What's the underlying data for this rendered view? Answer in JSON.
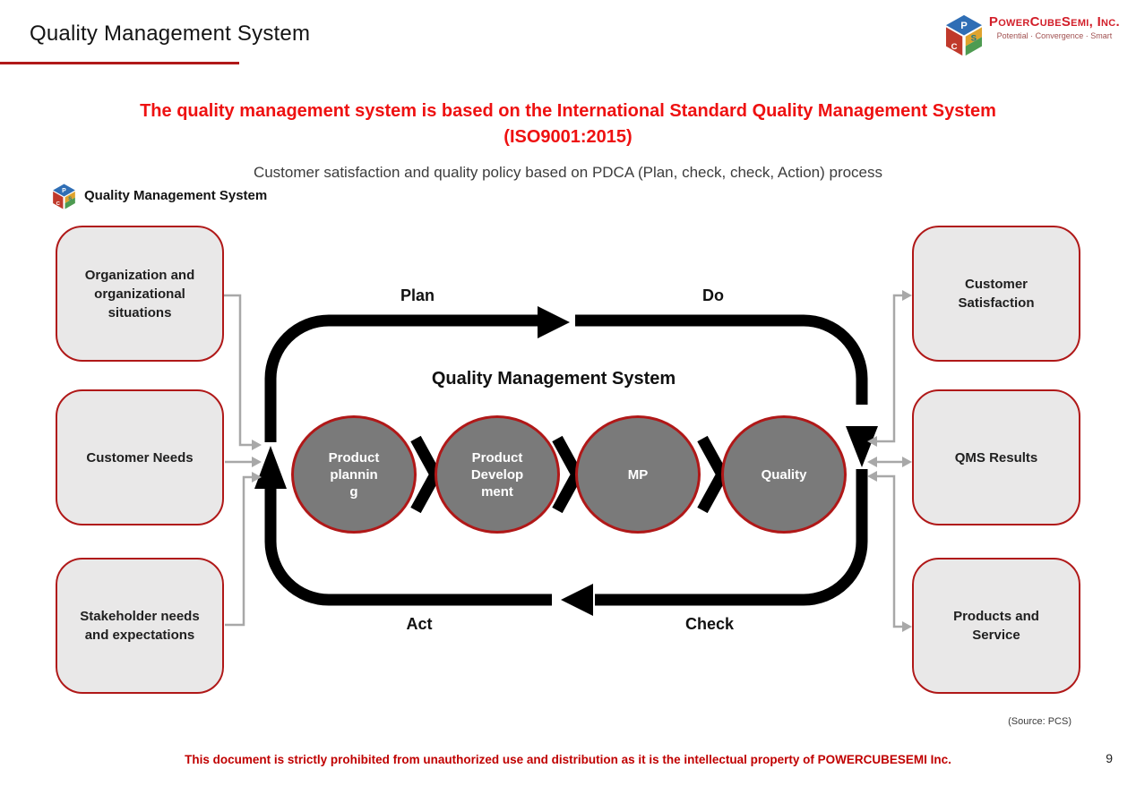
{
  "slide": {
    "header": {
      "title": "Quality Management System"
    },
    "logo": {
      "company": "PowerCubeSemi, Inc.",
      "tagline": "Potential · Convergence · Smart",
      "letters": {
        "p": "P",
        "c": "C",
        "s": "S"
      }
    },
    "headline_line1": "The quality management system is based on the International Standard Quality Management System",
    "headline_line2": "(ISO9001:2015)",
    "subtitle": "Customer satisfaction and quality policy based on PDCA (Plan, check, check, Action) process",
    "diagram_label": "Quality Management System",
    "cycle": {
      "title": "Quality Management System",
      "labels": {
        "plan": "Plan",
        "do": "Do",
        "check": "Check",
        "act": "Act"
      },
      "steps": [
        {
          "lines": [
            "Product",
            "plannin",
            "g"
          ]
        },
        {
          "lines": [
            "Product",
            "Develop",
            "ment"
          ]
        },
        {
          "lines": [
            "MP"
          ]
        },
        {
          "lines": [
            "Quality"
          ]
        }
      ]
    },
    "left_boxes": [
      "Organization and organizational situations",
      "Customer Needs",
      "Stakeholder needs and expectations"
    ],
    "right_boxes": [
      "Customer Satisfaction",
      "QMS Results",
      "Products and Service"
    ],
    "source": "(Source: PCS)",
    "footer_notice": "This document is strictly prohibited from unauthorized use and distribution as it is the intellectual property of POWERCUBESEMI Inc.",
    "page_number": "9"
  },
  "colors": {
    "accent_red": "#b01818",
    "headline_red": "#ee1111",
    "footer_red": "#c00000",
    "box_fill": "#e9e8e8",
    "circle_fill": "#7a7a7a",
    "connector_gray": "#a8a8a8",
    "cycle_black": "#000000"
  }
}
